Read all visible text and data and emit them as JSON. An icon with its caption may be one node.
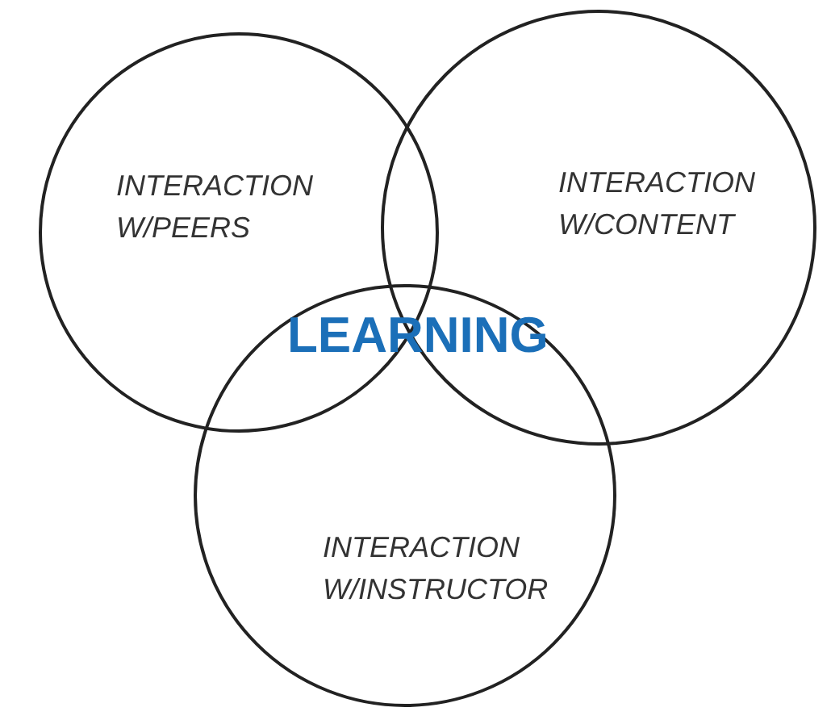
{
  "diagram": {
    "nodes": [
      {
        "text": [
          "INTERACTION W/PEERS"
        ]
      },
      {
        "text": [
          "INTERACTION W/CONTENT"
        ]
      },
      {
        "text": [
          "INTERACTION W/INSTRUCTOR"
        ]
      }
    ],
    "labels": [
      "LEARNING"
    ]
  }
}
